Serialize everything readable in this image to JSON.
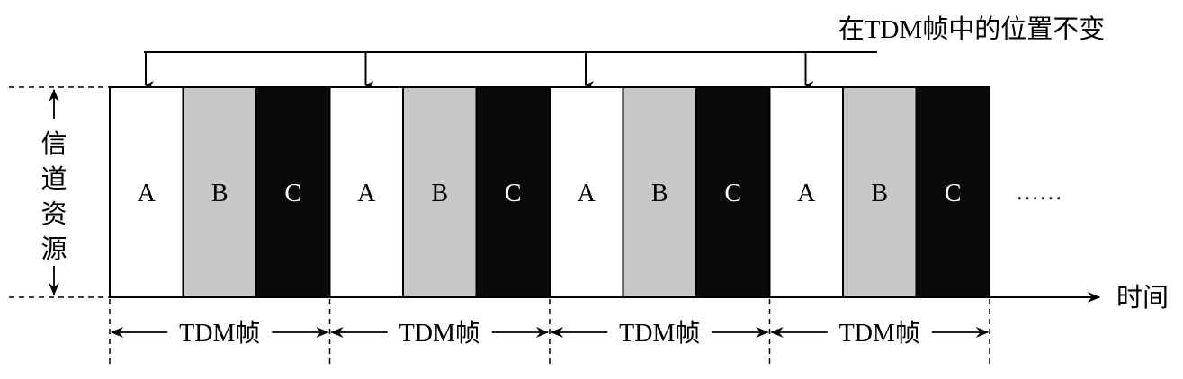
{
  "annotation": {
    "position_note": "在TDM帧中的位置不变"
  },
  "axes": {
    "y_label_chars": [
      "信",
      "道",
      "资",
      "源"
    ],
    "x_label": "时间"
  },
  "slots": [
    {
      "label": "A",
      "fill": "#ffffff",
      "text_color": "#000000"
    },
    {
      "label": "B",
      "fill": "#c8c8c8",
      "text_color": "#000000"
    },
    {
      "label": "C",
      "fill": "#0a0a0a",
      "text_color": "#ffffff"
    },
    {
      "label": "A",
      "fill": "#ffffff",
      "text_color": "#000000"
    },
    {
      "label": "B",
      "fill": "#c8c8c8",
      "text_color": "#000000"
    },
    {
      "label": "C",
      "fill": "#0a0a0a",
      "text_color": "#ffffff"
    },
    {
      "label": "A",
      "fill": "#ffffff",
      "text_color": "#000000"
    },
    {
      "label": "B",
      "fill": "#c8c8c8",
      "text_color": "#000000"
    },
    {
      "label": "C",
      "fill": "#0a0a0a",
      "text_color": "#ffffff"
    },
    {
      "label": "A",
      "fill": "#ffffff",
      "text_color": "#000000"
    },
    {
      "label": "B",
      "fill": "#c8c8c8",
      "text_color": "#000000"
    },
    {
      "label": "C",
      "fill": "#0a0a0a",
      "text_color": "#ffffff"
    }
  ],
  "continuation": "……",
  "frames": [
    {
      "label": "TDM帧"
    },
    {
      "label": "TDM帧"
    },
    {
      "label": "TDM帧"
    },
    {
      "label": "TDM帧"
    }
  ]
}
